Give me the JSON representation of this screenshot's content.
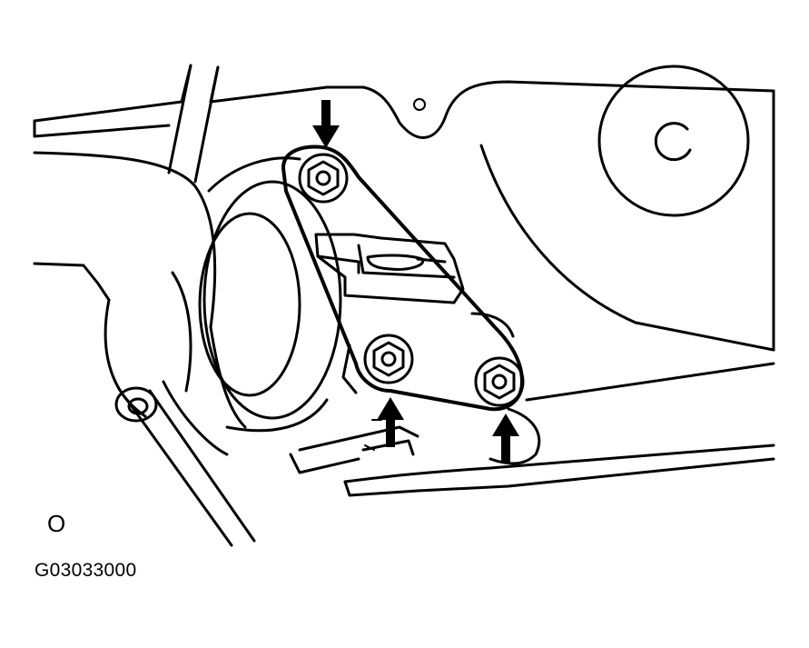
{
  "figure": {
    "view_marker": "O",
    "figure_id": "G03033000"
  },
  "colors": {
    "line": "#000000",
    "background": "#ffffff"
  },
  "callouts": {
    "bolt_count": 3,
    "arrow_count": 3
  }
}
